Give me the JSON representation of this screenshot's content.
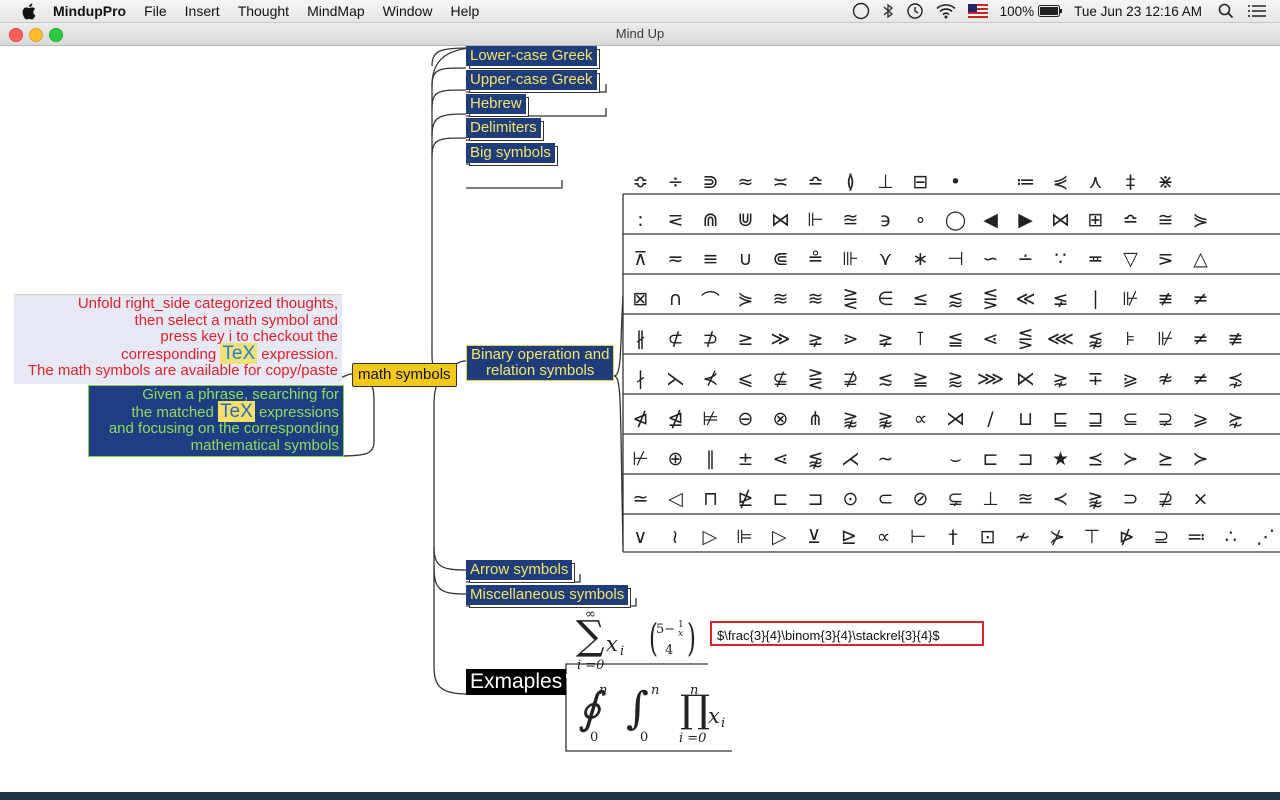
{
  "menubar": {
    "app_name": "MindupPro",
    "items": [
      "File",
      "Insert",
      "Thought",
      "MindMap",
      "Window",
      "Help"
    ],
    "battery": "100%",
    "clock": "Tue Jun 23  12:16 AM"
  },
  "window": {
    "title": "Mind Up"
  },
  "mindmap": {
    "center": "math symbols",
    "branches": [
      "Lower-case Greek",
      "Upper-case Greek",
      "Hebrew",
      "Delimiters",
      "Big symbols"
    ],
    "binary_node": {
      "line1": "Binary operation and",
      "line2": "relation symbols"
    },
    "arrow_symbols": "Arrow symbols",
    "misc_symbols": "Miscellaneous symbols",
    "examples_node": "Exmaples",
    "note_left": {
      "line1": "Unfold right_side categorized thoughts,",
      "line2": "then select a math symbol and",
      "line3": "press key i to checkout the",
      "line4_pre": "corresponding ",
      "tex": "TeX",
      "line4_post": " expression.",
      "line5": "The math symbols are available for copy/paste"
    },
    "note_search": {
      "line1": "Given a phrase, searching for",
      "line2_pre": "the matched ",
      "tex": "TeX",
      "line2_post": " expressions",
      "line3": "and focusing on the  corresponding",
      "line4": "mathematical symbols"
    },
    "tex_input": "$\\frac{3}{4}\\binom{3}{4}\\stackrel{3}{4}$"
  },
  "symbol_rows": [
    [
      "≎",
      "÷",
      "⋑",
      "≈",
      "≍",
      "≏",
      "≬",
      "⊥",
      "⊟",
      "•",
      "",
      "≔",
      "⋞",
      "⋏",
      "‡",
      "⋇"
    ],
    [
      ":",
      "⋜",
      "⋒",
      "⋓",
      "⋈",
      "⊩",
      "≊",
      "϶",
      "∘",
      "◯",
      "◀",
      "▶",
      "⋈",
      "⊞",
      "≏",
      "≅",
      "⋟"
    ],
    [
      "⊼",
      "≂",
      "≡",
      "∪",
      "⋐",
      "≗",
      "⊪",
      "⋎",
      "∗",
      "⊣",
      "∽",
      "∸",
      "∵",
      "≖",
      "▽",
      "⋝",
      "△"
    ],
    [
      "⊠",
      "∩",
      "⌒",
      "⋟",
      "≋",
      "≋",
      "⋛",
      "∈",
      "≤",
      "⪅",
      "⋚",
      "≪",
      "⪇",
      "∣",
      "⊮",
      "≢",
      "≠"
    ],
    [
      "∦",
      "⊄",
      "⊅",
      "≥",
      "≫",
      "⪈",
      "⋗",
      "⪈",
      "⊺",
      "≦",
      "⋖",
      "⋚",
      "⋘",
      "⪉",
      "⊧",
      "⊮",
      "≠",
      "≢"
    ],
    [
      "∤",
      "⋋",
      "⊀",
      "⩽",
      "⊈",
      "⋛",
      "⊉",
      "≲",
      "≧",
      "⪆",
      "⋙",
      "⋉",
      "⋧",
      "∓",
      "⪀",
      "≉",
      "≠",
      "⋨"
    ],
    [
      "⋪",
      "⋬",
      "⊭",
      "⊖",
      "⊗",
      "⋔",
      "⪊",
      "⪊",
      "∝",
      "⋊",
      "/",
      "⊔",
      "⊑",
      "⊒",
      "⊆",
      "⊋",
      "⩾",
      "⋩"
    ],
    [
      "⊬",
      "⊕",
      "∥",
      "±",
      "⋖",
      "⪉",
      "⋌",
      "∼",
      "",
      "⌣",
      "⊏",
      "⊐",
      "★",
      "⪯",
      "≻",
      "⪰",
      "≻"
    ],
    [
      "≃",
      "◁",
      "⊓",
      "⋭",
      "⊏",
      "⊐",
      "⊙",
      "⊂",
      "⊘",
      "⊊",
      "⊥",
      "≊",
      "≺",
      "⪊",
      "⊃",
      "⊉",
      "×"
    ],
    [
      "∨",
      "≀",
      "▷",
      "⊫",
      "▷",
      "⊻",
      "⊵",
      "∝",
      "⊢",
      "†",
      "⊡",
      "≁",
      "⊁",
      "⊤",
      "⋫",
      "⊇",
      "≕",
      "∴",
      "⋰"
    ]
  ],
  "examples": {
    "sum_top": "∞",
    "sum_sym": "∑",
    "sum_var": "x",
    "sum_sub": "i",
    "sum_bottom": "i =0",
    "binom_num": "5−",
    "binom_frac_num": "1",
    "binom_frac_den": "x",
    "binom_den": "4",
    "oint_sym": "∮",
    "int_sym": "∫",
    "int_top": "n",
    "int_bottom": "0",
    "prod_top": "n",
    "prod_sym": "∏",
    "prod_var": "x",
    "prod_sub": "i",
    "prod_bottom": "i =0"
  },
  "colors": {
    "node_bg": "#1f3d7a",
    "node_text": "#f4e66a",
    "center_bg": "#f3c919",
    "note_red": "#e2202a",
    "note_green": "#8be05a",
    "input_border": "#e0232a"
  }
}
